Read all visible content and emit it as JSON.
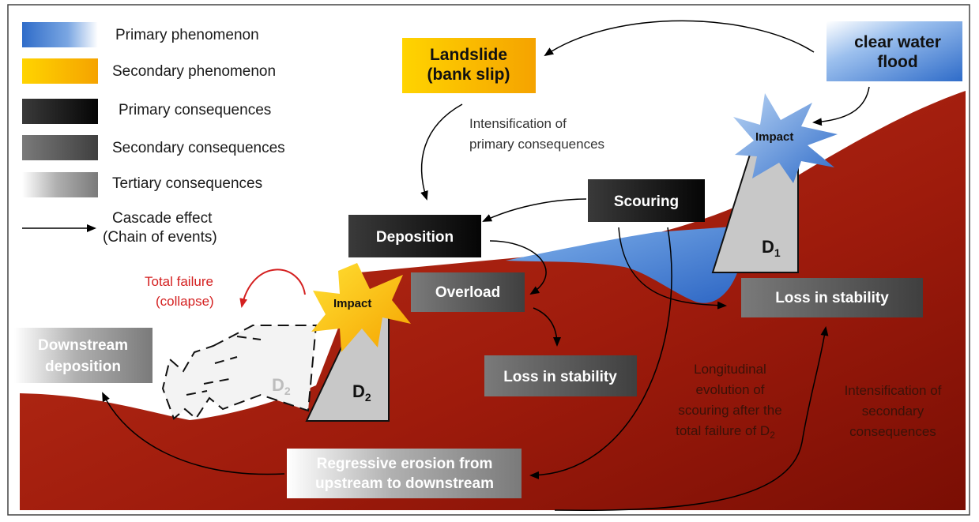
{
  "legend": {
    "primary_phenomenon": "Primary phenomenon",
    "secondary_phenomenon": "Secondary phenomenon",
    "primary_consequences": "Primary consequences",
    "secondary_consequences": "Secondary consequences",
    "tertiary_consequences": "Tertiary consequences",
    "cascade_line1": "Cascade effect",
    "cascade_line2": "(Chain of events)"
  },
  "colors": {
    "primary_phenomenon": "#3a78d0",
    "secondary_phenomenon": "#f5b800",
    "primary_consequences": "#1f1f1f",
    "secondary_consequences": "#555555",
    "tertiary_consequences": "#9a9a9a",
    "terrain": "#9e1b0c",
    "collapse_label": "#d42020"
  },
  "boxes": {
    "flood_line1": "clear water",
    "flood_line2": "flood",
    "landslide_line1": "Landslide",
    "landslide_line2": "(bank slip)",
    "scouring": "Scouring",
    "deposition": "Deposition",
    "overload": "Overload",
    "loss_stability_mid": "Loss in stability",
    "loss_stability_right": "Loss in stability",
    "downstream_line1": "Downstream",
    "downstream_line2": "deposition",
    "regressive_line1": "Regressive erosion from",
    "regressive_line2": "upstream to downstream"
  },
  "annotations": {
    "intensification_primary_line1": "Intensification of",
    "intensification_primary_line2": "primary consequences",
    "total_failure_line1": "Total failure",
    "total_failure_line2": "(collapse)",
    "longitudinal_line1": "Longitudinal",
    "longitudinal_line2": "evolution of",
    "longitudinal_line3": "scouring after the",
    "longitudinal_line4": "total failure of D",
    "longitudinal_sub": "2",
    "intensification_secondary_line1": "Intensification of",
    "intensification_secondary_line2": "secondary",
    "intensification_secondary_line3": "consequences"
  },
  "dams": {
    "d1_letter": "D",
    "d1_sub": "1",
    "d2_letter": "D",
    "d2_sub": "2",
    "d2_ghost_letter": "D",
    "d2_ghost_sub": "2"
  },
  "impacts": {
    "upper": "Impact",
    "lower": "Impact"
  }
}
